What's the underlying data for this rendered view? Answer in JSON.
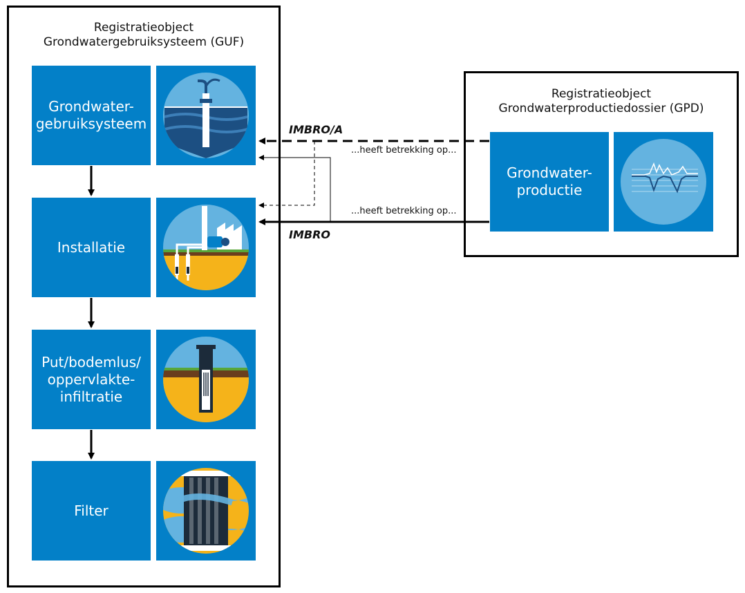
{
  "guf": {
    "title_line1": "Registratieobject",
    "title_line2": "Grondwatergebruiksysteem (GUF)",
    "boxes": [
      {
        "line1": "Grondwater-",
        "line2": "gebruiksysteem",
        "line3": "",
        "line4": ""
      },
      {
        "line1": "Installatie",
        "line2": "",
        "line3": "",
        "line4": ""
      },
      {
        "line1": "Put/bodemlus/",
        "line2": "oppervlakte-",
        "line3": "infiltratie",
        "line4": ""
      },
      {
        "line1": "Filter",
        "line2": "",
        "line3": "",
        "line4": ""
      }
    ]
  },
  "gpd": {
    "title_line1": "Registratieobject",
    "title_line2": "Grondwaterproductiedossier (GPD)",
    "box": {
      "line1": "Grondwater-",
      "line2": "productie"
    }
  },
  "relations": {
    "label_top": "...heeft betrekking op...",
    "label_bottom": "...heeft betrekking op...",
    "imbro_a": "IMBRO/A",
    "imbro": "IMBRO"
  },
  "icons": [
    "water-pump-icon",
    "industrial-installation-icon",
    "well-icon",
    "filter-screen-icon",
    "production-graph-icon"
  ],
  "colors": {
    "box_blue": "#0380c8",
    "circle_blue": "#64b3e0",
    "ground_yellow": "#f5b31a",
    "soil_brown": "#6a3e1d",
    "grass_green": "#58a63a",
    "water_dark": "#1c4f82"
  }
}
